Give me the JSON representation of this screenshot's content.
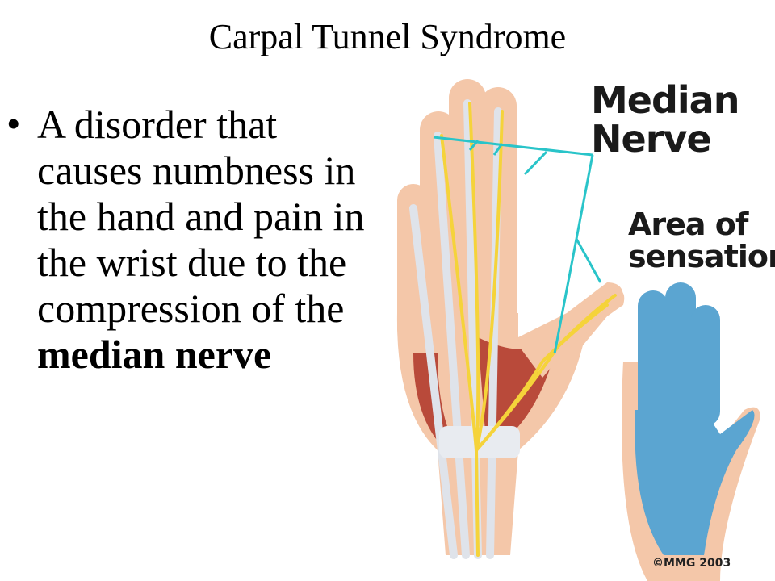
{
  "slide": {
    "title": "Carpal Tunnel Syndrome",
    "bullet": {
      "marker": "•",
      "text_normal": "A disorder that causes numbness in the hand and pain in the wrist due to the compression of the ",
      "text_bold": "median nerve"
    }
  },
  "illustration": {
    "label_median_line1": "Median",
    "label_median_line2": "Nerve",
    "label_area_line1": "Area of",
    "label_area_line2": "sensation",
    "copyright": "©MMG 2003",
    "colors": {
      "nerve": "#f5d33a",
      "pointer": "#29c4c9",
      "skin": "#f4c7a9",
      "muscle": "#b94a3a",
      "tendon": "#dfe3ea",
      "sensation": "#5ba5d1"
    }
  }
}
